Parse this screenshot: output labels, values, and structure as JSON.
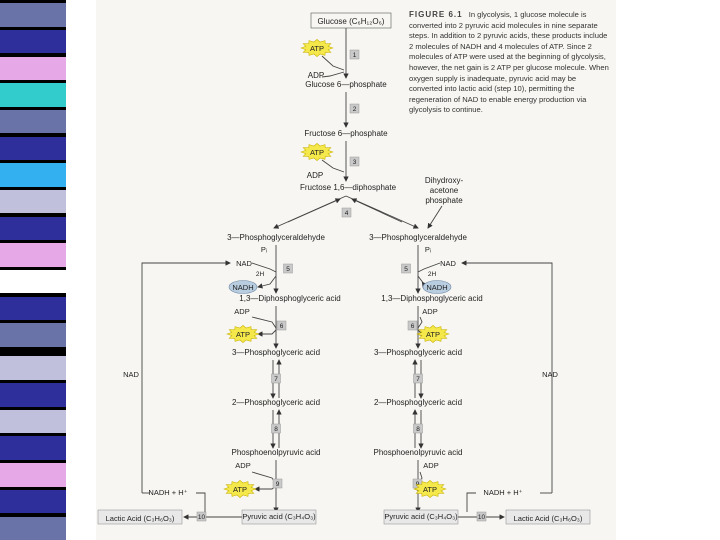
{
  "stripe_colors": [
    "#000000",
    "#6a73a8",
    "#000000",
    "#2f2f9b",
    "#000000",
    "#e6a8e6",
    "#000000",
    "#33cccc",
    "#000000",
    "#6a73a8",
    "#000000",
    "#2f2f9b",
    "#000000",
    "#33b0f0",
    "#000000",
    "#c0c0dc",
    "#000000",
    "#2f2f9b",
    "#000000",
    "#e6a8e6",
    "#000000",
    "#ffffff",
    "#000000",
    "#2f2f9b",
    "#000000",
    "#6a73a8",
    "#000000",
    "#000000",
    "#000000",
    "#c0c0dc",
    "#000000",
    "#2f2f9b",
    "#000000",
    "#c0c0dc",
    "#000000",
    "#2f2f9b",
    "#000000",
    "#e6a8e6",
    "#000000",
    "#2f2f9b",
    "#000000",
    "#6a73a8"
  ],
  "caption": {
    "label": "FIGURE 6.1",
    "text": "In glycolysis, 1 glucose molecule is converted into 2 pyruvic acid molecules in nine separate steps. In addition to 2 pyruvic acids, these products include 2 molecules of NADH and 4 molecules of ATP. Since 2 molecules of ATP were used at the beginning of glycolysis, however, the net gain is 2 ATP per glucose molecule. When oxygen supply is inadequate, pyruvic acid may be converted into lactic acid (step 10), permitting the regeneration of NAD to enable energy production via glycolysis to continue."
  },
  "diagram": {
    "glucose": "Glucose (C₆H₁₂O₆)",
    "g6p": "Glucose 6—phosphate",
    "f6p": "Fructose 6—phosphate",
    "f16bp": "Fructose 1,6—diphosphate",
    "dhap": [
      "Dihydroxy-",
      "acetone",
      "phosphate"
    ],
    "pgal": "3—Phosphoglyceraldehyde",
    "pi": "Pᵢ",
    "nad": "NAD",
    "nadh": "NADH",
    "h2": "2H",
    "dpg": "1,3—Diphosphoglyceric acid",
    "adp": "ADP",
    "atp": "ATP",
    "pga3": "3—Phosphoglyceric acid",
    "pga2": "2—Phosphoglyceric acid",
    "pep": "Phosphoenolpyruvic acid",
    "pyruvic": "Pyruvic acid (C₃H₄O₃)",
    "lactic": "Lactic Acid (C₃H₆O₃)",
    "nadh_h": "NADH + H⁺",
    "steps": [
      "1",
      "2",
      "3",
      "4",
      "5",
      "6",
      "7",
      "8",
      "9",
      "10"
    ],
    "colors": {
      "atp": "#f4e84a",
      "nadh": "#b8cde0",
      "step_box": "#c9c9c9"
    }
  }
}
